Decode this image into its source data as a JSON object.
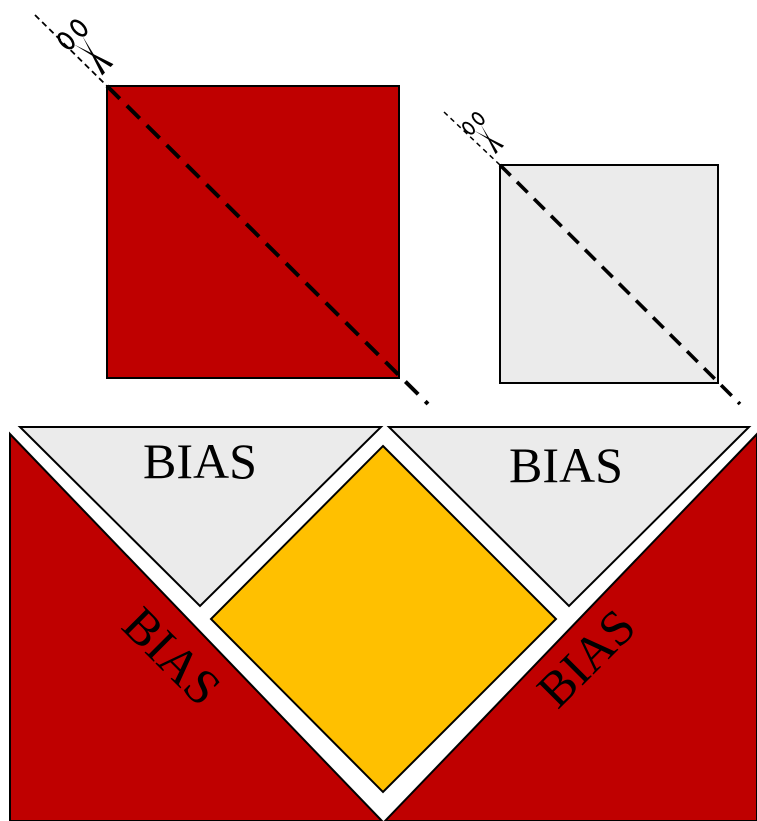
{
  "colors": {
    "red": "#BF0000",
    "light_gray": "#EBEBEB",
    "gold": "#FFC000",
    "outline": "#000000",
    "background": "#FFFFFF"
  },
  "icons": {
    "cut_marker": "scissors-icon"
  },
  "labels": {
    "top_left_triangle": "BIAS",
    "top_right_triangle": "BIAS",
    "left_red_triangle": "BIAS",
    "right_red_triangle": "BIAS"
  }
}
